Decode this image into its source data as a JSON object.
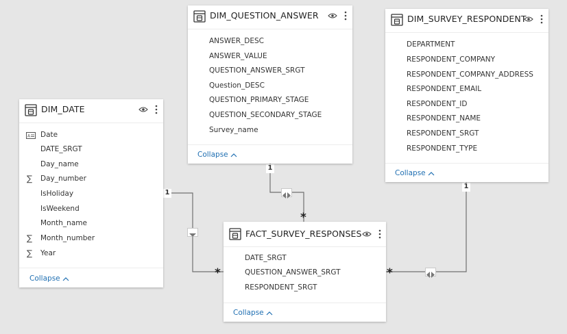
{
  "tables": {
    "dim_question_answer": {
      "title": "DIM_QUESTION_ANSWER",
      "fields": [
        "ANSWER_DESC",
        "ANSWER_VALUE",
        "QUESTION_ANSWER_SRGT",
        "Question_DESC",
        "QUESTION_PRIMARY_STAGE",
        "QUESTION_SECONDARY_STAGE",
        "Survey_name"
      ],
      "collapse_label": "Collapse"
    },
    "dim_survey_respondent": {
      "title": "DIM_SURVEY_RESPONDENT",
      "fields": [
        "DEPARTMENT",
        "RESPONDENT_COMPANY",
        "RESPONDENT_COMPANY_ADDRESS",
        "RESPONDENT_EMAIL",
        "RESPONDENT_ID",
        "RESPONDENT_NAME",
        "RESPONDENT_SRGT",
        "RESPONDENT_TYPE"
      ],
      "collapse_label": "Collapse"
    },
    "dim_date": {
      "title": "DIM_DATE",
      "fields": [
        {
          "name": "Date",
          "icon": "calendar-text-icon"
        },
        {
          "name": "DATE_SRGT",
          "icon": ""
        },
        {
          "name": "Day_name",
          "icon": ""
        },
        {
          "name": "Day_number",
          "icon": "sigma-icon"
        },
        {
          "name": "IsHoliday",
          "icon": ""
        },
        {
          "name": "IsWeekend",
          "icon": ""
        },
        {
          "name": "Month_name",
          "icon": ""
        },
        {
          "name": "Month_number",
          "icon": "sigma-icon"
        },
        {
          "name": "Year",
          "icon": "sigma-icon"
        }
      ],
      "collapse_label": "Collapse"
    },
    "fact_survey_responses": {
      "title": "FACT_SURVEY_RESPONSES",
      "fields": [
        "DATE_SRGT",
        "QUESTION_ANSWER_SRGT",
        "RESPONDENT_SRGT"
      ],
      "collapse_label": "Collapse"
    }
  },
  "relationships": {
    "date_to_fact": {
      "one": "1",
      "many": "*",
      "direction": "single"
    },
    "question_to_fact": {
      "one": "1",
      "many": "*",
      "direction": "both"
    },
    "respondent_to_fact": {
      "one": "1",
      "many": "*",
      "direction": "both"
    }
  },
  "colors": {
    "background": "#e6e6e6",
    "card": "#ffffff",
    "link": "#1f6fb2",
    "line": "#707070"
  },
  "icons": {
    "table": "table-icon",
    "visibility": "eye-icon",
    "more": "more-options-icon",
    "collapse": "chevron-up-icon"
  }
}
